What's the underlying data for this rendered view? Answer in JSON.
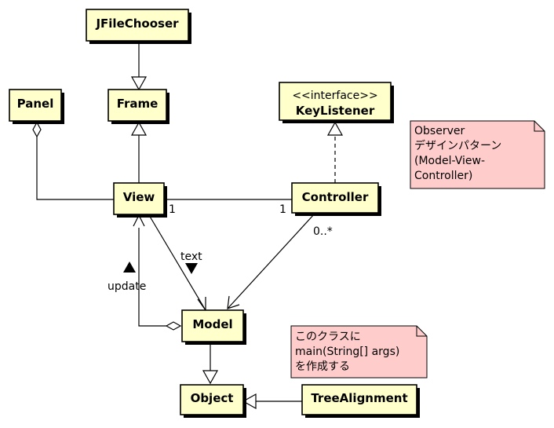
{
  "diagram": {
    "classes": {
      "jfilechooser": "JFileChooser",
      "frame": "Frame",
      "panel": "Panel",
      "view": "View",
      "keylistener_stereotype": "<<interface>>",
      "keylistener": "KeyListener",
      "controller": "Controller",
      "model": "Model",
      "object": "Object",
      "treealignment": "TreeAlignment"
    },
    "notes": {
      "observer": [
        "Observer",
        "デザインパターン",
        "(Model-View-",
        "Controller)"
      ],
      "main": [
        "このクラスに",
        "main(String[] args)",
        "を作成する"
      ]
    },
    "labels": {
      "view_multiplicity": "1",
      "controller_multiplicity": "1",
      "controller_model_multiplicity": "0..*",
      "text": "text",
      "update": "update"
    },
    "colors": {
      "class_fill": "#ffffcc",
      "note_fill": "#ffcccc"
    }
  }
}
